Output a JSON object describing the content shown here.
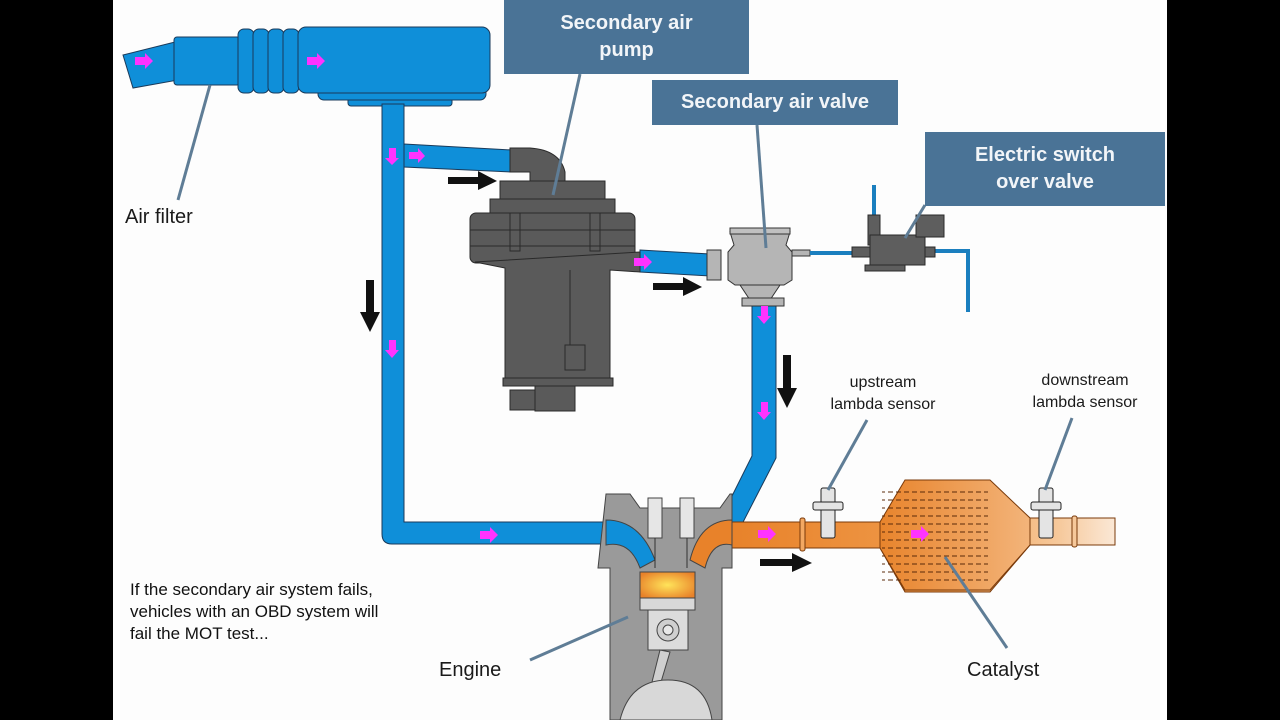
{
  "diagram": {
    "title": "Secondary air system",
    "callouts": {
      "secondary_air_pump": "Secondary air\npump",
      "secondary_air_valve": "Secondary air valve",
      "electric_switch_over_valve": "Electric switch\nover valve"
    },
    "labels": {
      "air_filter": "Air filter",
      "upstream_lambda_sensor": "upstream\nlambda sensor",
      "downstream_lambda_sensor": "downstream\nlambda sensor",
      "engine": "Engine",
      "catalyst": "Catalyst"
    },
    "note": "If the secondary air system fails,\nvehicles with an OBD system will\nfail the MOT test...",
    "colors": {
      "air_pipe": "#0f8fd9",
      "exhaust": "#e8822a",
      "callout_bg": "#4a7396",
      "flow_marker": "#ff33ff",
      "component_dark": "#5a5a5a",
      "component_light": "#b8b8b8",
      "leader_line": "#5f7d96"
    }
  }
}
